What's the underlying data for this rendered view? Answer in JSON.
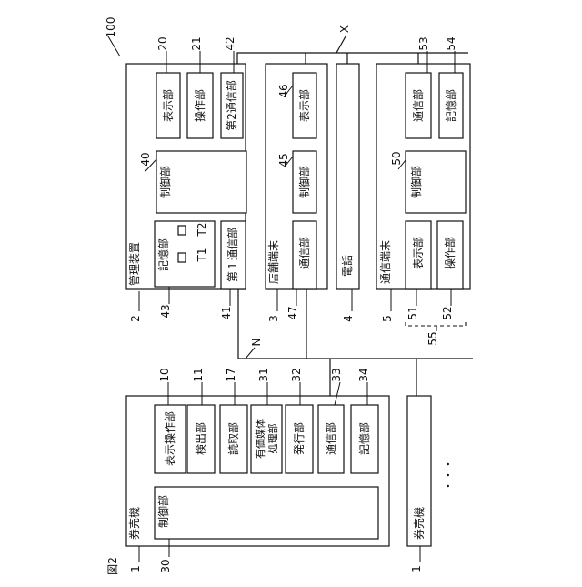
{
  "figure_label": "図2",
  "ref_100": "100",
  "label_X": "X",
  "label_N": "N",
  "mgmt": {
    "num": "2",
    "name": "管理装置",
    "display_num": "20",
    "display": "表示部",
    "operation_num": "21",
    "operation": "操作部",
    "comm2_num": "42",
    "comm2": "第2通信部",
    "control_num": "40",
    "control": "制御部",
    "storage_num": "43",
    "storage": "記憶部",
    "t1": "T1",
    "t2": "T2",
    "comm1_num": "41",
    "comm1": "第１通信部"
  },
  "store": {
    "num": "3",
    "name": "店舗端末",
    "display_num": "46",
    "display": "表示部",
    "control_num": "45",
    "control": "制御部",
    "comm_num": "47",
    "comm": "通信部"
  },
  "phone": {
    "num": "4",
    "name": "電話"
  },
  "terminal": {
    "num": "5",
    "name": "通信端末",
    "comm_num": "53",
    "comm": "通信部",
    "storage_num": "54",
    "storage": "記憶部",
    "control_num": "50",
    "control": "制御部",
    "display_num": "51",
    "display": "表示部",
    "operation_num": "52",
    "operation": "操作部",
    "group_num": "55"
  },
  "ticket": {
    "num": "1",
    "name": "券売機",
    "disp_op_num": "10",
    "disp_op": "表示操作部",
    "detect_num": "11",
    "detect": "検出部",
    "reader_num": "17",
    "reader": "読取部",
    "media_num": "31",
    "media1": "有価媒体",
    "media2": "処理部",
    "issue_num": "32",
    "issue": "発行部",
    "comm_num": "33",
    "comm": "通信部",
    "storage_num": "34",
    "storage": "記憶部",
    "control_num": "30",
    "control": "制御部"
  },
  "ticket2": {
    "num": "1",
    "name": "券売機"
  },
  "ellipsis": "・・・"
}
